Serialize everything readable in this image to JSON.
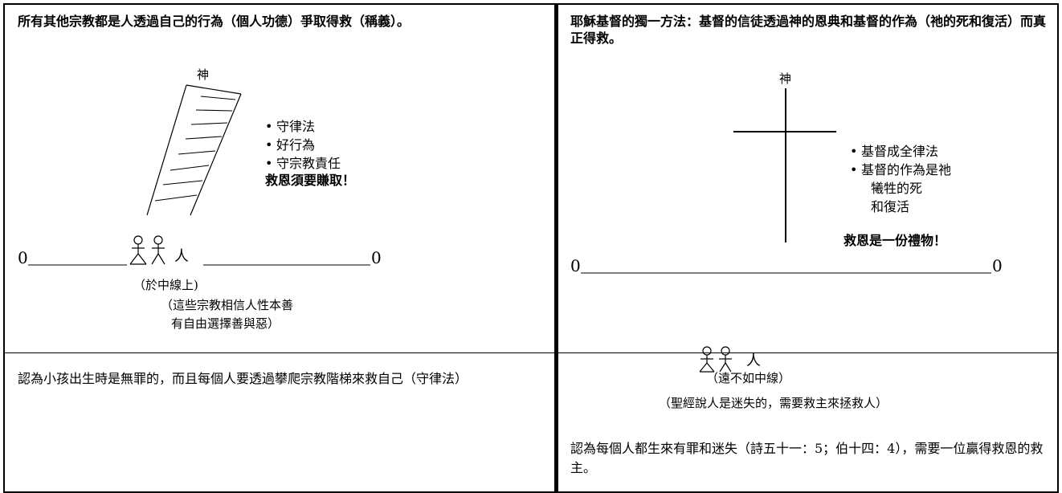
{
  "left": {
    "heading": "所有其他宗教都是人透過自己的行為（個人功德）爭取得救（稱義）。",
    "god_label": "神",
    "bullets": [
      "守律法",
      "好行為",
      "守宗教責任"
    ],
    "earned_text": "救恩須要賺取！",
    "line_start": "0",
    "line_end": "0",
    "person_label": "人",
    "on_line_note": "（於中線上)",
    "belief_note_1": "（這些宗教相信人性本善",
    "belief_note_2": "有自由選擇善與惡）",
    "summary": "認為小孩出生時是無罪的，而且每個人要透過攀爬宗教階梯來救自己（守律法）"
  },
  "right": {
    "heading": "耶穌基督的獨一方法：基督的信徒透過神的恩典和基督的作為（祂的死和復活）而真正得救。",
    "god_label": "神",
    "bullets": [
      "基督成全律法",
      "基督的作為是祂"
    ],
    "bullet_cont_1": "犧牲的死",
    "bullet_cont_2": "和復活",
    "gift_text": "救恩是一份禮物！",
    "line_start": "0",
    "line_end": "0",
    "person_label": "人",
    "below_note": "（遠不如中線）",
    "bible_note": "（聖經說人是迷失的，需要救主來拯救人）",
    "summary": "認為每個人都生來有罪和迷失（詩五十一：5；伯十四：4），需要一位贏得救恩的救主。"
  }
}
